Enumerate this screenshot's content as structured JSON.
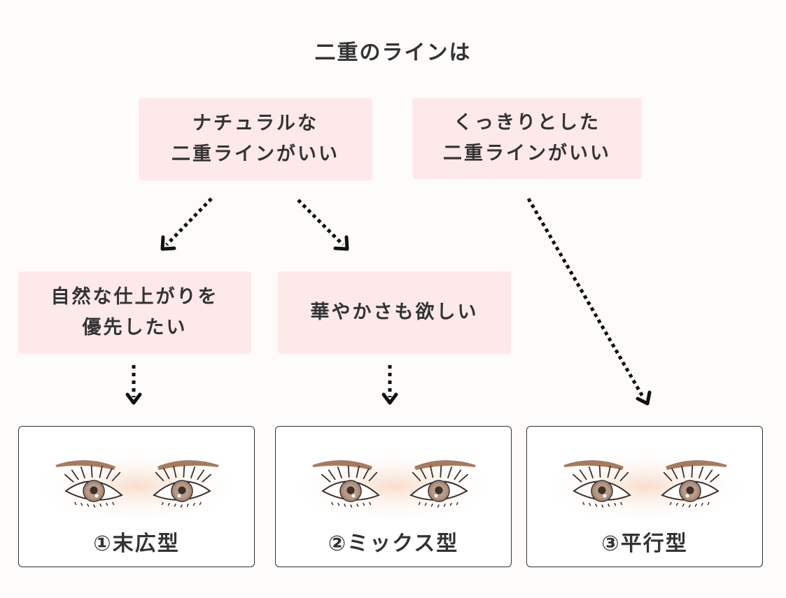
{
  "title": "二重のラインは",
  "colors": {
    "box_bg": "#fde9e9",
    "text": "#333333",
    "brow": "#a77a5f",
    "iris": "#a88b78",
    "skin_glow": "#f8d9c6"
  },
  "top_choices": [
    {
      "line1": "ナチュラルな",
      "line2": "二重ラインがいい"
    },
    {
      "line1": "くっきりとした",
      "line2": "二重ラインがいい"
    }
  ],
  "sub_choices": [
    {
      "line1": "自然な仕上がりを",
      "line2": "優先したい"
    },
    {
      "line1": "華やかさも欲しい"
    }
  ],
  "results": [
    {
      "label": "①末広型",
      "icon": "eyes-illustration"
    },
    {
      "label": "②ミックス型",
      "icon": "eyes-illustration"
    },
    {
      "label": "③平行型",
      "icon": "eyes-illustration"
    }
  ]
}
